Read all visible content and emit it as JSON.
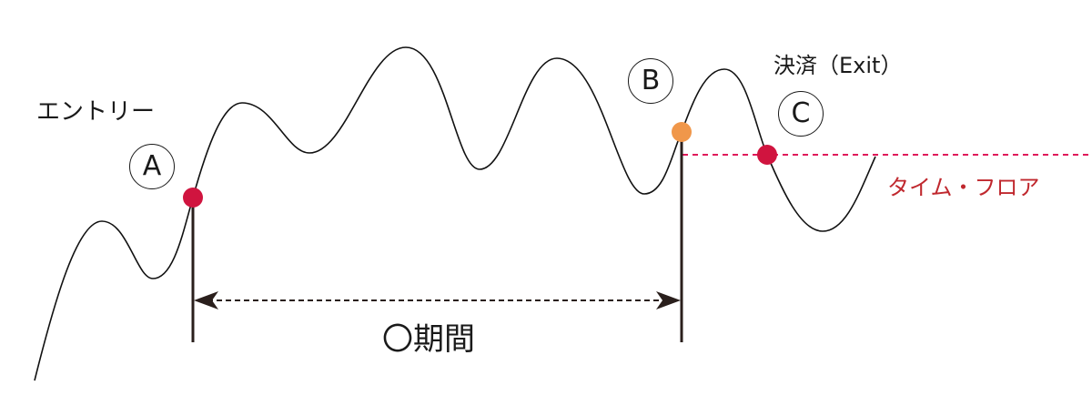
{
  "labels": {
    "entry": "エントリー",
    "exit": "決済（Exit）",
    "time_floor": "タイム・フロア",
    "period": "〇期間"
  },
  "markers": {
    "a": "A",
    "b": "B",
    "c": "C"
  },
  "colors": {
    "curve": "#111111",
    "entry_point": "#d0143f",
    "b_point": "#f0974a",
    "exit_point": "#d0143f",
    "floor_line": "#e0195a",
    "floor_text": "#c0282e",
    "vertical_line": "#2a1f1c"
  }
}
